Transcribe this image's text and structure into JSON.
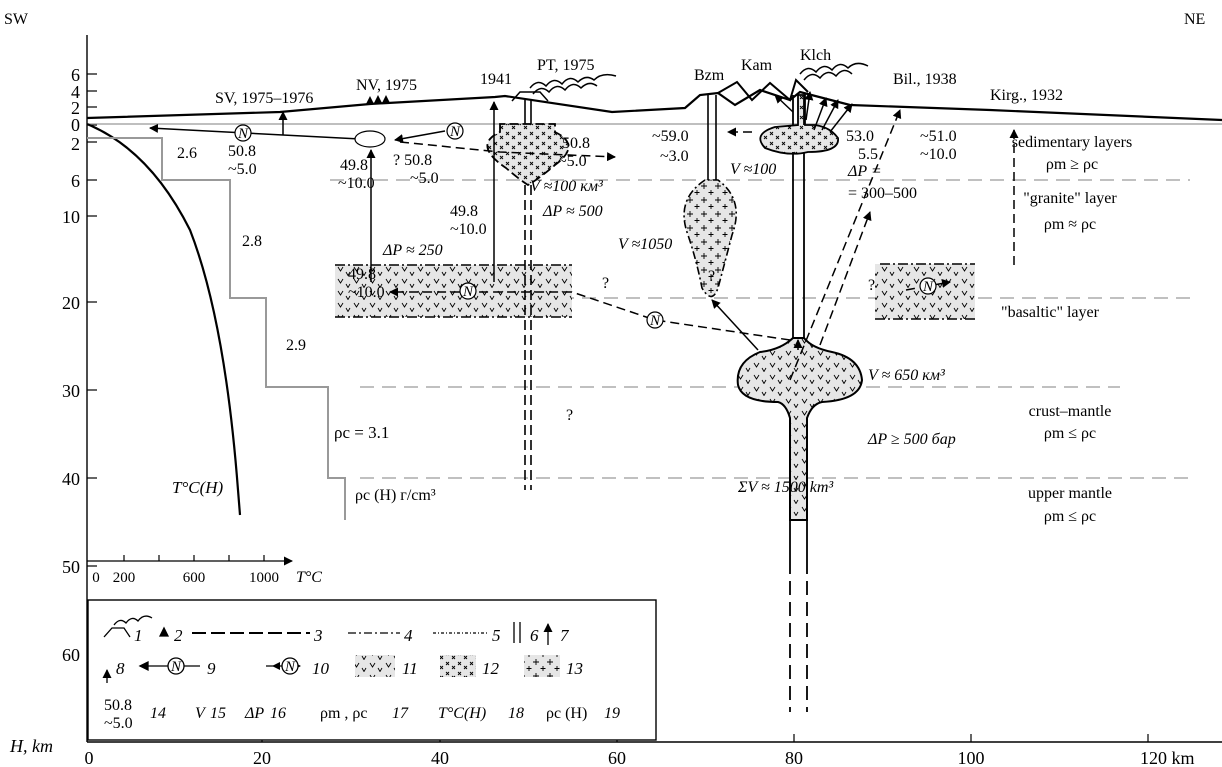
{
  "corners": {
    "left": "SW",
    "right": "NE"
  },
  "axes": {
    "y_label": "H, km",
    "y_ticks": [
      "6",
      "4",
      "2",
      "0",
      "2",
      "6",
      "10",
      "20",
      "30",
      "40",
      "50",
      "60"
    ],
    "x_unit": "120 km",
    "x_ticks": [
      "0",
      "20",
      "40",
      "60",
      "80",
      "100"
    ]
  },
  "temperature_axis": {
    "ticks": [
      "0",
      "200",
      "600",
      "1000"
    ],
    "label": "T°C"
  },
  "density_steps": [
    "2.6",
    "2.8",
    "2.9"
  ],
  "density_mantle": "ρc = 3.1",
  "density_curve_label": "ρc (H) г/cm³",
  "temperature_curve_label": "T°C(H)",
  "eruptions": [
    {
      "id": "sv",
      "label": "SV, 1975–1976"
    },
    {
      "id": "nv",
      "label": "NV, 1975"
    },
    {
      "id": "y1941",
      "label": "1941"
    },
    {
      "id": "pt",
      "label": "PT, 1975"
    },
    {
      "id": "bzm",
      "label": "Bzm"
    },
    {
      "id": "kam",
      "label": "Kam"
    },
    {
      "id": "klch",
      "label": "Klch"
    },
    {
      "id": "bil",
      "label": "Bil., 1938"
    },
    {
      "id": "kirg",
      "label": "Kirg., 1932"
    }
  ],
  "annotations": {
    "a1": "50.8",
    "a1b": "~5.0",
    "a2": "49.8",
    "a2b": "~10.0",
    "a3": "? 50.8",
    "a3b": "~5.0",
    "a4": "50.8",
    "a4b": "~5.0",
    "a5": "V ≈100 км³",
    "a6": "ΔP ≈ 500",
    "a7": "49.8",
    "a7b": "~10.0",
    "a8": "ΔP ≈ 250",
    "a9": "49.8",
    "a9b": "~10.0",
    "a10": "~59.0",
    "a10b": "~3.0",
    "a11": "V ≈100",
    "a12": "V ≈1050",
    "a13": "53.0",
    "a13b": "5.5",
    "a14": "ΔP =",
    "a14b": "= 300–500",
    "a15": "~51.0",
    "a15b": "~10.0",
    "a16": "V ≈ 650 км³",
    "a17": "ΔP ≥ 500 бар",
    "a18": "ΣV ≈ 1500 km³",
    "q1": "?",
    "q2": "?",
    "q3": "?",
    "q4": "?"
  },
  "layers": [
    {
      "id": "sed",
      "name": "sedimentary layers",
      "rel": "ρm ≥ ρc"
    },
    {
      "id": "granite",
      "name": "\"granite\" layer",
      "rel": "ρm ≈ ρc"
    },
    {
      "id": "basalt",
      "name": "\"basaltic\" layer",
      "rel": ""
    },
    {
      "id": "crust",
      "name": "crust–mantle",
      "rel": "ρm ≤ ρc"
    },
    {
      "id": "mantle",
      "name": "upper mantle",
      "rel": "ρm ≤ ρc"
    }
  ],
  "legend": {
    "n1": "1",
    "n2": "2",
    "n3": "3",
    "n4": "4",
    "n5": "5",
    "n6": "6",
    "n7": "7",
    "n8": "8",
    "n9": "9",
    "n10": "10",
    "n11": "11",
    "n12": "12",
    "n13": "13",
    "n14": "14",
    "n15": "15",
    "n16": "16",
    "n17": "17",
    "n18": "18",
    "n19": "19",
    "s14a": "50.8",
    "s14b": "~5.0",
    "s15": "V",
    "s16": "ΔP",
    "s17": "ρm , ρc",
    "s18": "T°C(H)",
    "s19": "ρc (H)",
    "n_symbol": "N"
  }
}
